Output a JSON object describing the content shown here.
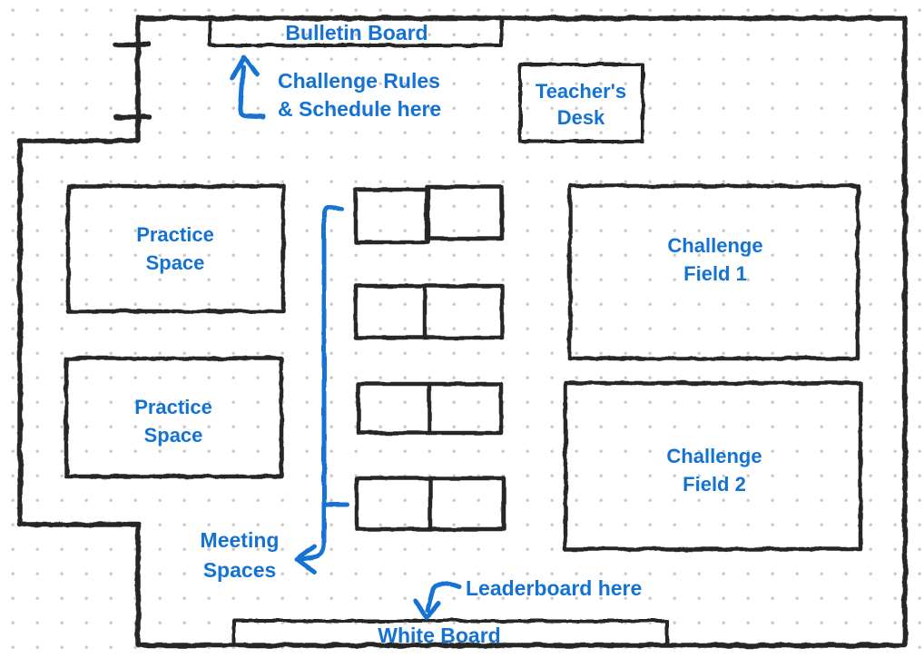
{
  "colors": {
    "annotation_blue": "#1473d2",
    "ink": "#282828",
    "dot_grid": "#c9c9c9",
    "background": "#ffffff"
  },
  "floor_plan": {
    "bulletin_board": {
      "label": "Bulletin Board"
    },
    "teachers_desk": {
      "line1": "Teacher's",
      "line2": "Desk"
    },
    "practice_space_1": {
      "line1": "Practice",
      "line2": "Space"
    },
    "practice_space_2": {
      "line1": "Practice",
      "line2": "Space"
    },
    "challenge_field_1": {
      "line1": "Challenge",
      "line2": "Field 1"
    },
    "challenge_field_2": {
      "line1": "Challenge",
      "line2": "Field 2"
    },
    "white_board": {
      "label": "White Board"
    },
    "meeting_tables": {
      "count": 4
    }
  },
  "annotations": {
    "challenge_rules": {
      "line1": "Challenge Rules",
      "line2": "& Schedule here"
    },
    "meeting_spaces": {
      "line1": "Meeting",
      "line2": "Spaces"
    },
    "leaderboard": {
      "label": "Leaderboard here"
    }
  }
}
